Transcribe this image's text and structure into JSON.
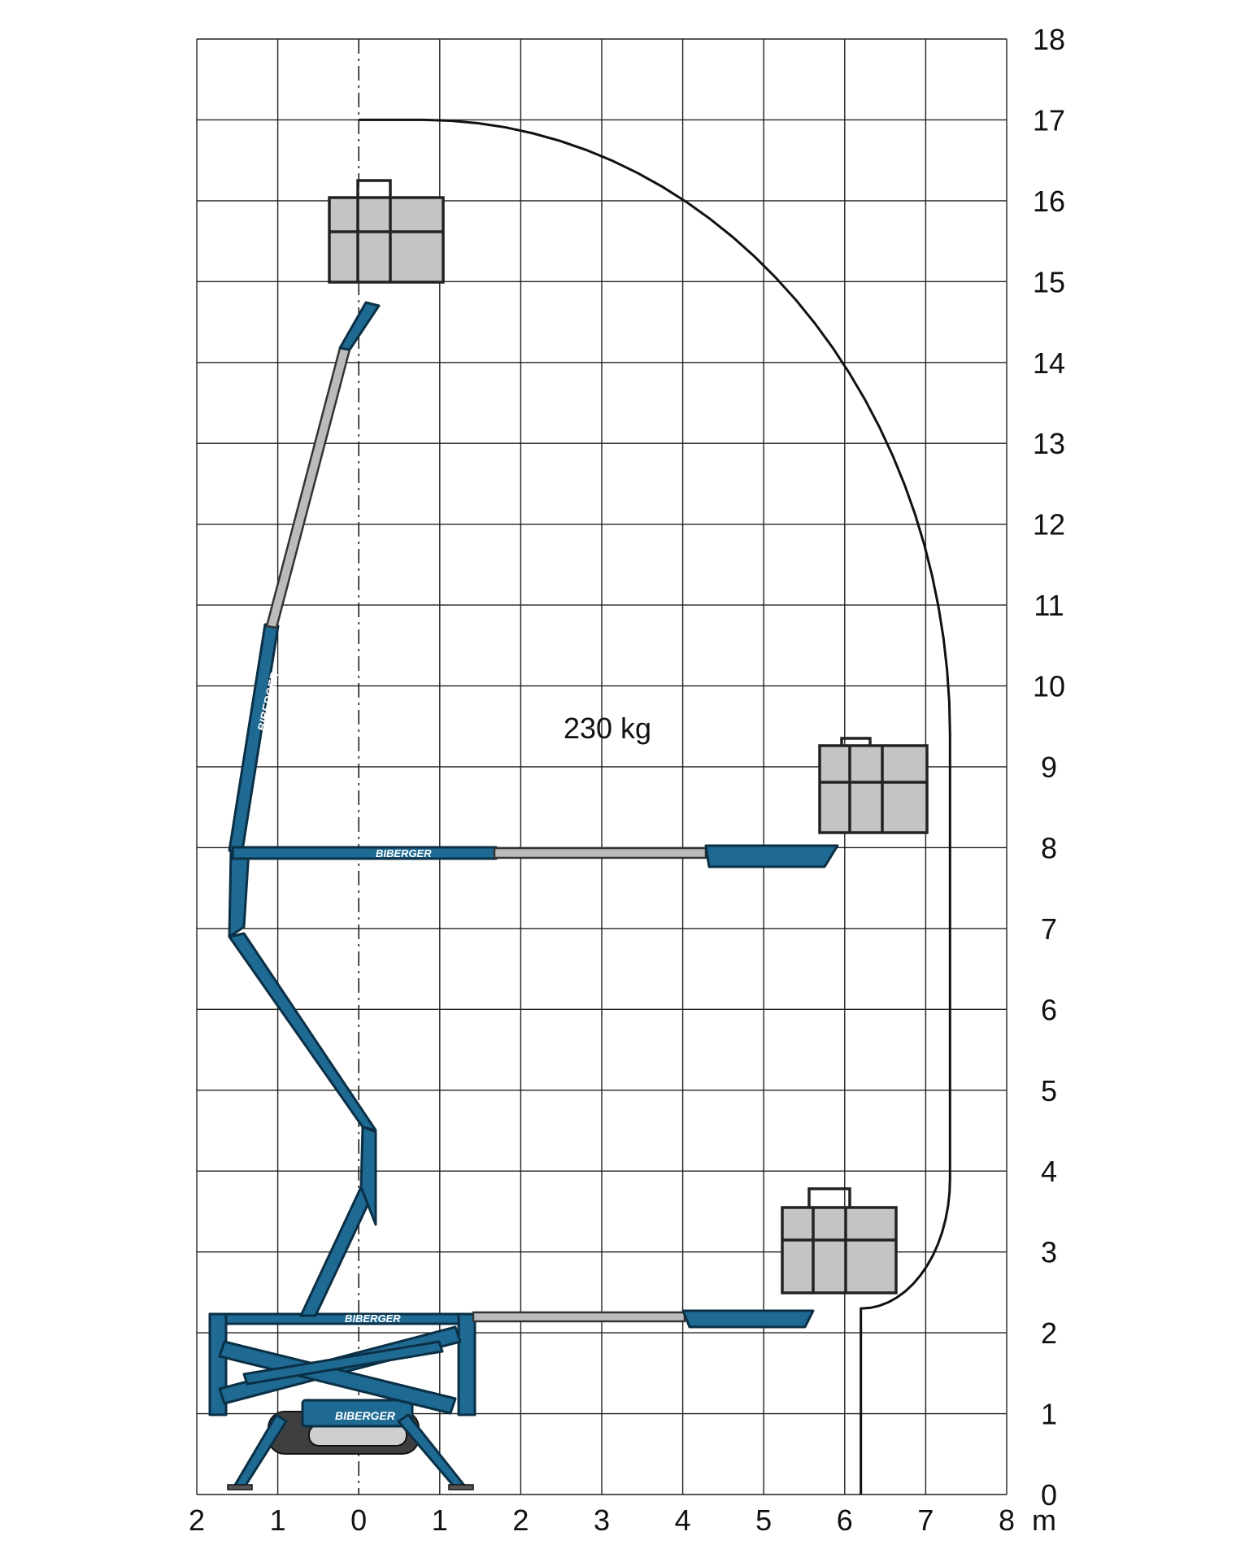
{
  "diagram": {
    "load_label": "230 kg",
    "brand_label": "BIBERGER",
    "unit_label": "m",
    "x_ticks": [
      "2",
      "1",
      "0",
      "1",
      "2",
      "3",
      "4",
      "5",
      "6",
      "7",
      "8"
    ],
    "y_ticks": [
      "0",
      "1",
      "2",
      "3",
      "4",
      "5",
      "6",
      "7",
      "8",
      "9",
      "10",
      "11",
      "12",
      "13",
      "14",
      "15",
      "16",
      "17",
      "18"
    ],
    "x_range_m": [
      -2,
      8
    ],
    "y_range_m": [
      0,
      18
    ],
    "colors": {
      "boom_blue": "#1e6a93",
      "boom_outline": "#0b2f45",
      "telescopic_grey": "#b9bbbd",
      "grid": "#222222",
      "envelope": "#111111"
    },
    "working_envelope_m": {
      "max_height": 17,
      "max_outreach": 7.3,
      "floor_outreach": 6.2
    }
  }
}
